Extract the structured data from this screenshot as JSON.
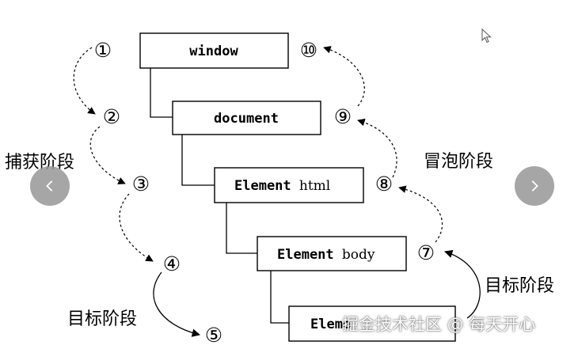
{
  "diagram": {
    "boxes": {
      "window": "window",
      "document": "document",
      "html_keyword": "Element",
      "html_tag": "html",
      "body_keyword": "Element",
      "body_tag": "body",
      "target_keyword": "Eleme"
    },
    "steps": [
      "①",
      "②",
      "③",
      "④",
      "⑤",
      "",
      "⑦",
      "⑧",
      "⑨",
      "⑩"
    ],
    "labels": {
      "capture": "捕获阶段",
      "target_left": "目标阶段",
      "target_right": "目标阶段",
      "bubble": "冒泡阶段"
    }
  },
  "watermark": "掘金技术社区 @ 每天开心",
  "icons": {
    "prev": "chevron-left-icon",
    "next": "chevron-right-icon",
    "cursor": "mouse-cursor-icon"
  },
  "colors": {
    "ink": "#000000",
    "nav_button": "#969696"
  }
}
